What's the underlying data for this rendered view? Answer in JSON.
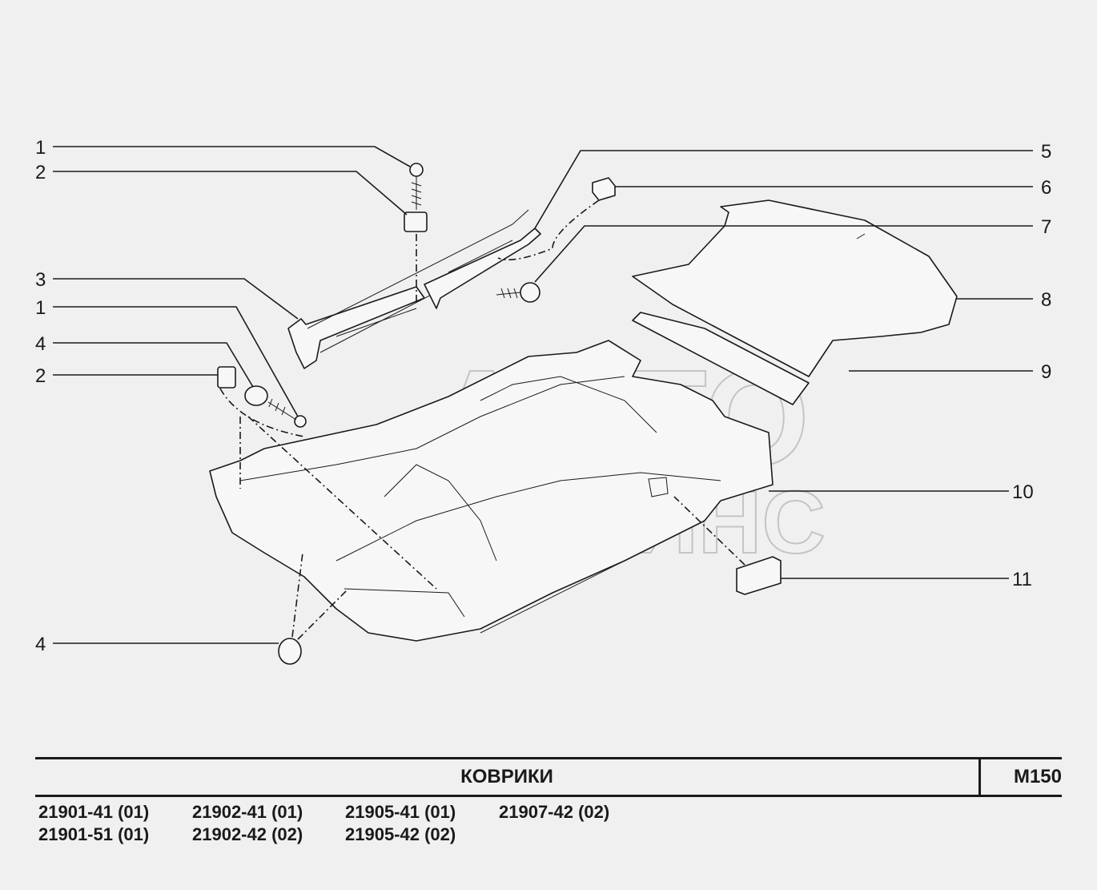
{
  "diagram": {
    "watermark": {
      "line1": "АВТО",
      "line2": "АЛЬЯНС"
    },
    "callouts_left": [
      "1",
      "2",
      "3",
      "1",
      "4",
      "2",
      "4"
    ],
    "callouts_right": [
      "5",
      "6",
      "7",
      "8",
      "9",
      "10",
      "11"
    ]
  },
  "title_block": {
    "title": "КОВРИКИ",
    "code": "М150"
  },
  "models": [
    [
      "21901-41 (01)",
      "21901-51 (01)"
    ],
    [
      "21902-41 (01)",
      "21902-42 (02)"
    ],
    [
      "21905-41 (01)",
      "21905-42 (02)"
    ],
    [
      "21907-42 (02)"
    ]
  ]
}
